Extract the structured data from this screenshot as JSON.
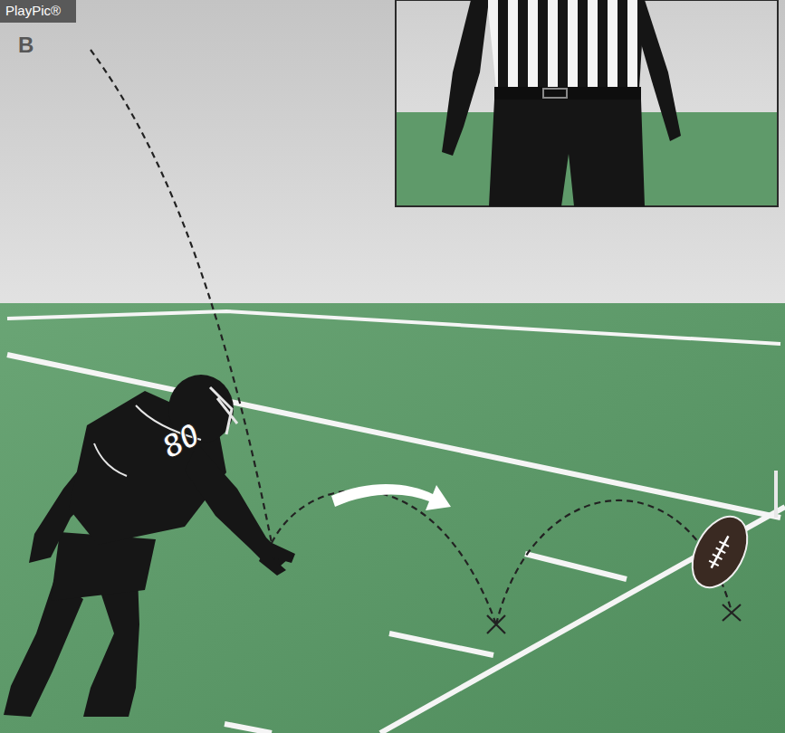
{
  "diagram": {
    "nodes": [
      {
        "text": [
          "PlayPic®"
        ]
      }
    ],
    "labels": [
      "B",
      "80"
    ]
  }
}
